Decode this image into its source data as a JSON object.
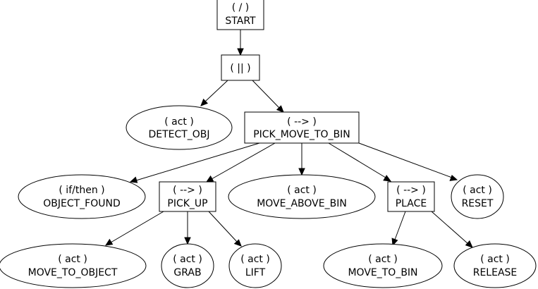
{
  "nodes": {
    "start": {
      "line1": "( / )",
      "line2": "START"
    },
    "parallel": {
      "line1": "( || )"
    },
    "detect_obj": {
      "line1": "( act )",
      "line2": "DETECT_OBJ"
    },
    "pick_move_to_bin": {
      "line1": "( --> )",
      "line2": "PICK_MOVE_TO_BIN"
    },
    "object_found": {
      "line1": "( if/then )",
      "line2": "OBJECT_FOUND"
    },
    "pick_up": {
      "line1": "( --> )",
      "line2": "PICK_UP"
    },
    "move_above_bin": {
      "line1": "( act )",
      "line2": "MOVE_ABOVE_BIN"
    },
    "place": {
      "line1": "( --> )",
      "line2": "PLACE"
    },
    "reset": {
      "line1": "( act )",
      "line2": "RESET"
    },
    "move_to_object": {
      "line1": "( act )",
      "line2": "MOVE_TO_OBJECT"
    },
    "grab": {
      "line1": "( act )",
      "line2": "GRAB"
    },
    "lift": {
      "line1": "( act )",
      "line2": "LIFT"
    },
    "move_to_bin": {
      "line1": "( act )",
      "line2": "MOVE_TO_BIN"
    },
    "release": {
      "line1": "( act )",
      "line2": "RELEASE"
    }
  }
}
